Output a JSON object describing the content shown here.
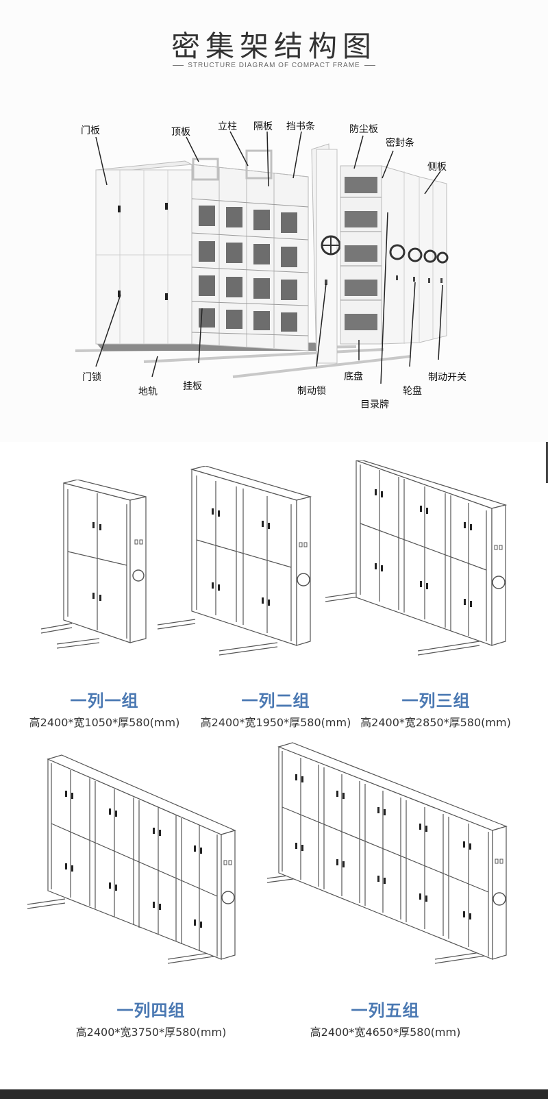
{
  "header": {
    "title": "密集架结构图",
    "subtitle": "STRUCTURE DIAGRAM OF COMPACT FRAME"
  },
  "structure_labels": {
    "door_panel": "门板",
    "top_panel": "顶板",
    "column": "立柱",
    "partition": "隔板",
    "book_stopper": "挡书条",
    "dust_board": "防尘板",
    "seal_strip": "密封条",
    "side_panel": "侧板",
    "door_lock": "门锁",
    "ground_rail": "地轨",
    "hanging_plate": "挂板",
    "brake_lock": "制动锁",
    "base_plate": "底盘",
    "catalog_card": "目录牌",
    "handwheel": "轮盘",
    "brake_switch": "制动开关"
  },
  "variants": [
    {
      "title": "一列一组",
      "dims": "高2400*宽1050*厚580(mm)"
    },
    {
      "title": "一列二组",
      "dims": "高2400*宽1950*厚580(mm)"
    },
    {
      "title": "一列三组",
      "dims": "高2400*宽2850*厚580(mm)"
    },
    {
      "title": "一列四组",
      "dims": "高2400*宽3750*厚580(mm)"
    },
    {
      "title": "一列五组",
      "dims": "高2400*宽4650*厚580(mm)"
    }
  ],
  "colors": {
    "accent_blue": "#4a78b2",
    "line_gray": "#555555",
    "cabinet_white": "#f6f6f6",
    "shadow_gray": "#d9d9d9"
  }
}
